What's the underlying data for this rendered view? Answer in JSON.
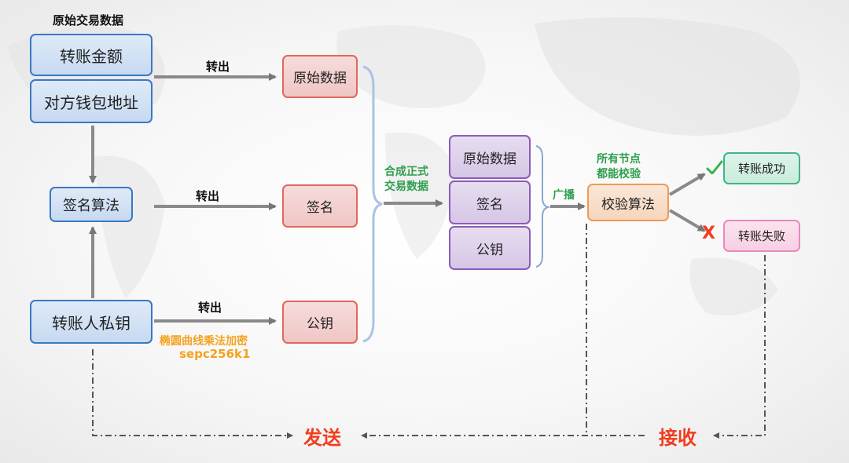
{
  "sender": {
    "header": "原始交易数据",
    "amount": "转账金额",
    "address": "对方钱包地址",
    "algorithm": "签名算法",
    "private_key": "转账人私钥"
  },
  "outputs": {
    "raw_data": "原始数据",
    "signature": "签名",
    "public_key": "公钥",
    "label_out": "转出"
  },
  "ecc": {
    "label": "椭圆曲线乘法加密",
    "name": "sepc256k1"
  },
  "merge_label": [
    "合成正式",
    "交易数据"
  ],
  "package": {
    "raw_data": "原始数据",
    "signature": "签名",
    "public_key": "公钥"
  },
  "broadcast_label": "广播",
  "nodes_label": [
    "所有节点",
    "都能校验"
  ],
  "verify": "校验算法",
  "result": {
    "success": "转账成功",
    "fail": "转账失败",
    "check_icon": "check-icon",
    "cross_icon": "cross-icon",
    "cross_glyph": "X"
  },
  "bottom": {
    "send": "发送",
    "receive": "接收"
  },
  "colors": {
    "blue": "#3a78c3",
    "red": "#e0675d",
    "purple": "#8a5cb6",
    "orange": "#ef9a55",
    "green": "#3fb58a",
    "pink": "#ea88bd",
    "accent_red": "#f23c1f",
    "ecc_orange": "#f4a21f",
    "node_green": "#2e9e4e"
  }
}
